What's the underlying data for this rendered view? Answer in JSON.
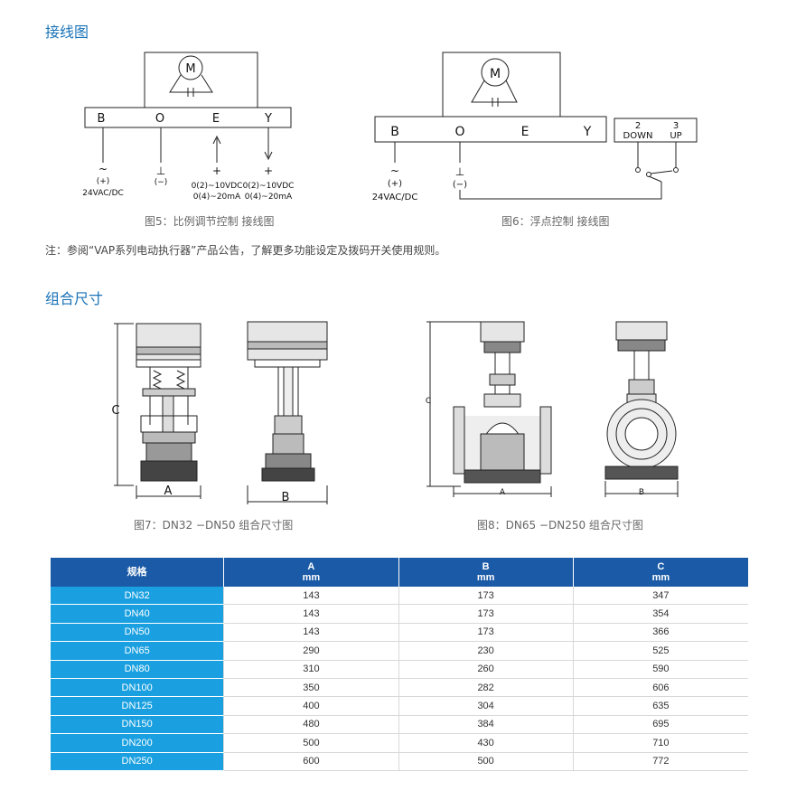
{
  "wiring": {
    "title": "接线图",
    "fig5": {
      "terminals": [
        "B",
        "O",
        "E",
        "Y"
      ],
      "motor": "M",
      "b_label": [
        "~",
        "(+)",
        "24VAC/DC"
      ],
      "o_label": [
        "⊥",
        "(−)"
      ],
      "e_label": [
        "+",
        "0(2)~10VDC",
        "0(4)~20mA"
      ],
      "y_label": [
        "+",
        "0(2)~10VDC",
        "0(4)~20mA"
      ],
      "caption": "图5：比例调节控制 接线图"
    },
    "fig6": {
      "terminals": [
        "B",
        "O",
        "E",
        "Y"
      ],
      "motor": "M",
      "b_label": [
        "~",
        "(+)",
        "24VAC/DC"
      ],
      "o_label": [
        "⊥",
        "(−)"
      ],
      "switch_terminals": [
        {
          "num": "2",
          "name": "DOWN"
        },
        {
          "num": "3",
          "name": "UP"
        }
      ],
      "caption": "图6：浮点控制 接线图"
    },
    "note": "注：参阅“VAP系列电动执行器”产品公告，了解更多功能设定及拨码开关使用规则。"
  },
  "dimensions": {
    "title": "组合尺寸",
    "labels": {
      "a": "A",
      "b": "B",
      "c": "C"
    },
    "fig7_caption": "图7：DN32 −DN50 组合尺寸图",
    "fig8_caption": "图8：DN65 −DN250 组合尺寸图"
  },
  "table": {
    "headers": [
      {
        "name": "规格",
        "unit": ""
      },
      {
        "name": "A",
        "unit": "mm"
      },
      {
        "name": "B",
        "unit": "mm"
      },
      {
        "name": "C",
        "unit": "mm"
      }
    ],
    "rows": [
      {
        "size": "DN32",
        "a": "143",
        "b": "173",
        "c": "347"
      },
      {
        "size": "DN40",
        "a": "143",
        "b": "173",
        "c": "354"
      },
      {
        "size": "DN50",
        "a": "143",
        "b": "173",
        "c": "366"
      },
      {
        "size": "DN65",
        "a": "290",
        "b": "230",
        "c": "525"
      },
      {
        "size": "DN80",
        "a": "310",
        "b": "260",
        "c": "590"
      },
      {
        "size": "DN100",
        "a": "350",
        "b": "282",
        "c": "606"
      },
      {
        "size": "DN125",
        "a": "400",
        "b": "304",
        "c": "635"
      },
      {
        "size": "DN150",
        "a": "480",
        "b": "384",
        "c": "695"
      },
      {
        "size": "DN200",
        "a": "500",
        "b": "430",
        "c": "710"
      },
      {
        "size": "DN250",
        "a": "600",
        "b": "500",
        "c": "772"
      }
    ]
  },
  "colors": {
    "heading": "#1a73b8",
    "header_bg": "#1b5aa6",
    "size_col_bg": "#1aa0e0"
  }
}
